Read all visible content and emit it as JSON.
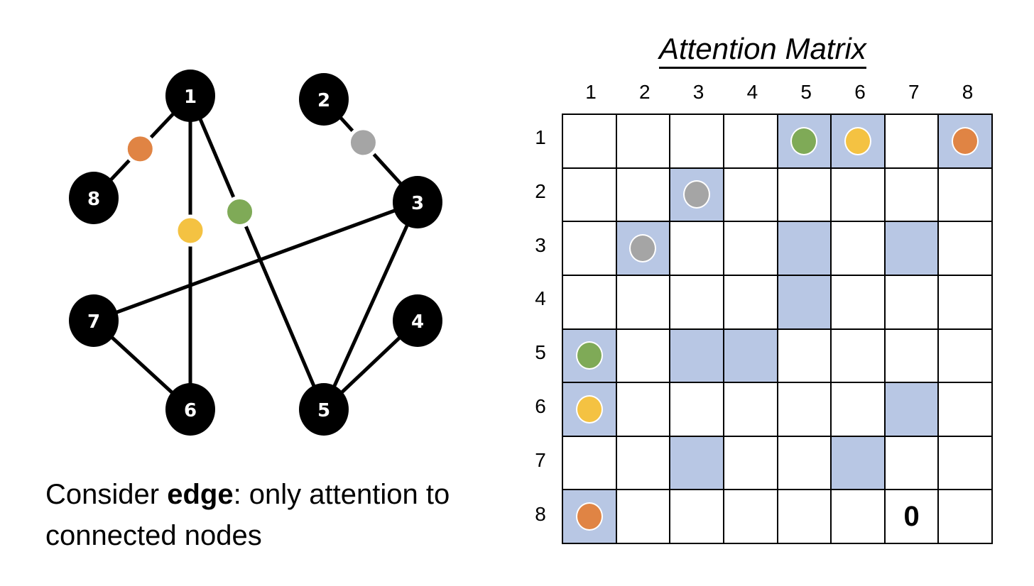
{
  "colors": {
    "node": "#000000",
    "edge": "#000000",
    "cell_active": "#B8C7E4",
    "cell_inactive": "#FFFFFF",
    "green": "#7FAA57",
    "yellow": "#F4C242",
    "orange": "#E08444",
    "gray": "#A5A5A5"
  },
  "graph": {
    "nodes": [
      "1",
      "2",
      "3",
      "4",
      "5",
      "6",
      "7",
      "8"
    ],
    "edges": [
      {
        "from": "1",
        "to": "8",
        "marker": "orange"
      },
      {
        "from": "1",
        "to": "6",
        "marker": "yellow"
      },
      {
        "from": "1",
        "to": "5",
        "marker": "green"
      },
      {
        "from": "2",
        "to": "3",
        "marker": "gray"
      },
      {
        "from": "3",
        "to": "7",
        "marker": null
      },
      {
        "from": "3",
        "to": "5",
        "marker": null
      },
      {
        "from": "4",
        "to": "5",
        "marker": null
      },
      {
        "from": "7",
        "to": "6",
        "marker": null
      }
    ]
  },
  "caption": {
    "prefix": "Consider ",
    "bold": "edge",
    "suffix": ": only attention to connected nodes"
  },
  "matrix": {
    "title": "Attention Matrix",
    "col_labels": [
      "1",
      "2",
      "3",
      "4",
      "5",
      "6",
      "7",
      "8"
    ],
    "row_labels": [
      "1",
      "2",
      "3",
      "4",
      "5",
      "6",
      "7",
      "8"
    ],
    "active": [
      [
        0,
        0,
        0,
        0,
        1,
        1,
        0,
        1
      ],
      [
        0,
        0,
        1,
        0,
        0,
        0,
        0,
        0
      ],
      [
        0,
        1,
        0,
        0,
        1,
        0,
        1,
        0
      ],
      [
        0,
        0,
        0,
        0,
        1,
        0,
        0,
        0
      ],
      [
        1,
        0,
        1,
        1,
        0,
        0,
        0,
        0
      ],
      [
        1,
        0,
        0,
        0,
        0,
        0,
        1,
        0
      ],
      [
        0,
        0,
        1,
        0,
        0,
        1,
        0,
        0
      ],
      [
        1,
        0,
        0,
        0,
        0,
        0,
        0,
        0
      ]
    ],
    "markers": [
      {
        "row": 1,
        "col": 5,
        "color": "green"
      },
      {
        "row": 1,
        "col": 6,
        "color": "yellow"
      },
      {
        "row": 1,
        "col": 8,
        "color": "orange"
      },
      {
        "row": 2,
        "col": 3,
        "color": "gray"
      },
      {
        "row": 3,
        "col": 2,
        "color": "gray"
      },
      {
        "row": 5,
        "col": 1,
        "color": "green"
      },
      {
        "row": 6,
        "col": 1,
        "color": "yellow"
      },
      {
        "row": 8,
        "col": 1,
        "color": "orange"
      }
    ],
    "annotations": [
      {
        "row": 8,
        "col": 7,
        "text": "0"
      }
    ]
  }
}
